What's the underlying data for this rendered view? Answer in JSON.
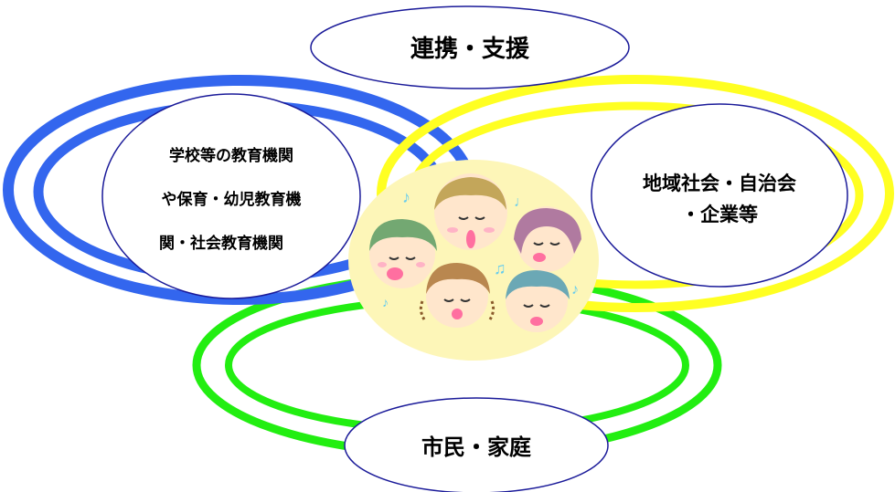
{
  "nodes": {
    "top": {
      "label": "連携・支援"
    },
    "left": {
      "lines": [
        "学校等の教育機関",
        "や保育・幼児教育機",
        "関・社会教育機関"
      ]
    },
    "right": {
      "lines": [
        "地域社会・自治会",
        "・企業等"
      ]
    },
    "bottom": {
      "label": "市民・家庭"
    }
  },
  "colors": {
    "education_ring": "#3366ee",
    "community_ring": "#ffff22",
    "family_ring": "#22ee11",
    "node_border": "#1a1a99",
    "center_fill": "#fdf6b8",
    "faces": [
      "#73a872",
      "#c3a65a",
      "#b07aa0",
      "#b9874f",
      "#6ba8b5"
    ]
  },
  "icons": [
    "children-faces-icon",
    "music-note-icon"
  ]
}
